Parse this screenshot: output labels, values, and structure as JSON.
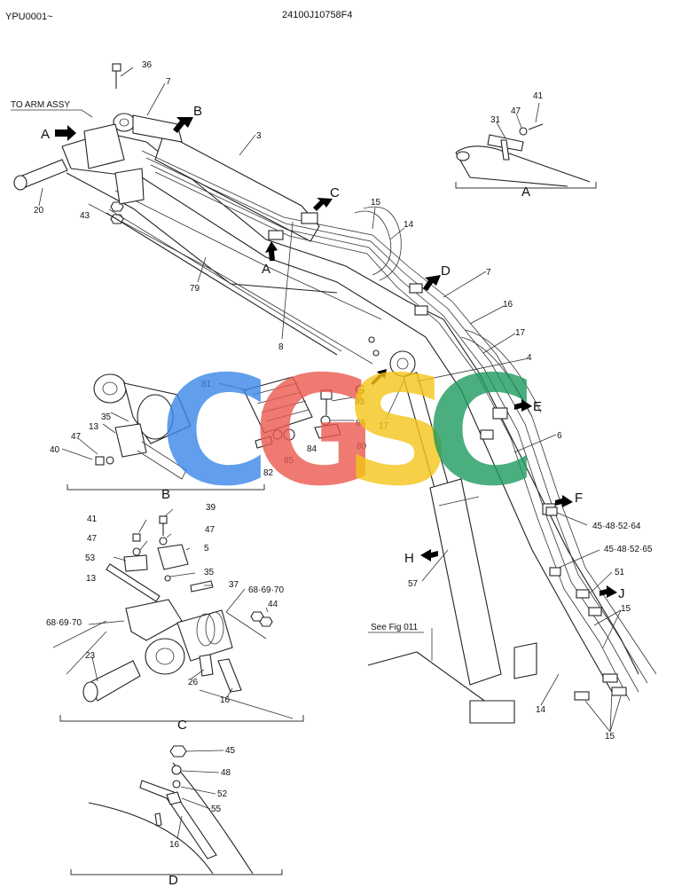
{
  "header": {
    "left_code": "YPU0001~",
    "center_code": "24100J10758F4"
  },
  "notes": {
    "to_arm": "TO ARM ASSY",
    "see_fig": "See Fig 011"
  },
  "views": {
    "A": "A",
    "B": "B",
    "C": "C",
    "D": "D",
    "E": "E",
    "F": "F",
    "G": "G",
    "H": "H",
    "J": "J"
  },
  "watermark": {
    "letters": [
      "C",
      "G",
      "S",
      "C"
    ],
    "colors": [
      "#3a86e8",
      "#ea5a4e",
      "#f5c518",
      "#1f9a5e"
    ]
  },
  "callouts": {
    "main": {
      "c36": "36",
      "c7a": "7",
      "c3": "3",
      "c20": "20",
      "c43": "43",
      "c79": "79",
      "c15a": "15",
      "c14a": "14",
      "c8": "8",
      "c7b": "7",
      "c16": "16",
      "c17a": "17",
      "c4": "4",
      "c17b": "17",
      "c6": "6",
      "c81": "81",
      "c83": "83",
      "c85a": "85",
      "c84": "84",
      "c85b": "85",
      "c80": "80",
      "c82": "82",
      "c45_64": "45·48·52·64",
      "c45_65": "45·48·52·65",
      "c51": "51",
      "c15b": "15",
      "c57": "57",
      "c14b": "14",
      "c15c": "15"
    },
    "view_a": {
      "c41": "41",
      "c47": "47",
      "c31": "31"
    },
    "view_b": {
      "c13": "13",
      "c35": "35",
      "c47": "47",
      "c40": "40"
    },
    "view_c": {
      "c39": "39",
      "c41": "41",
      "c47a": "47",
      "c47b": "47",
      "c53": "53",
      "c5": "5",
      "c13": "13",
      "c35": "35",
      "c37": "37",
      "c68a": "68·69·70",
      "c44": "44",
      "c68b": "68·69·70",
      "c23": "23",
      "c26": "26",
      "c16": "16"
    },
    "view_d": {
      "c45": "45",
      "c48": "48",
      "c52": "52",
      "c55": "55",
      "c16": "16"
    }
  }
}
